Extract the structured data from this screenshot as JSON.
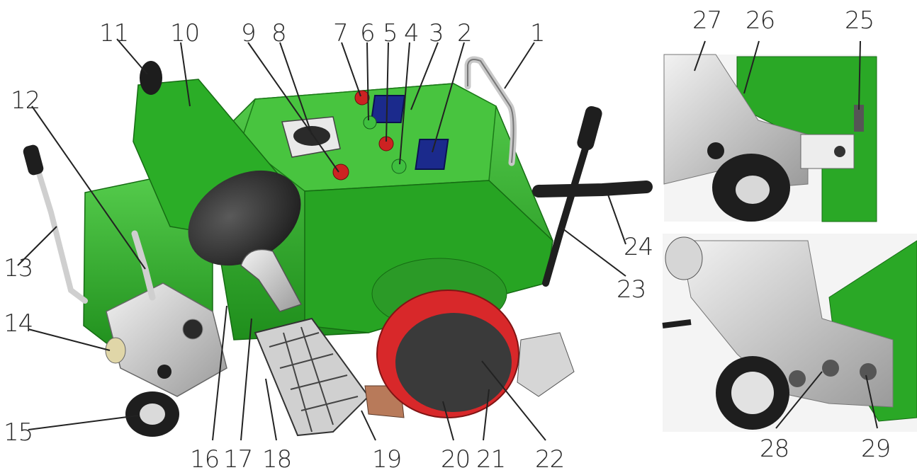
{
  "labels": [
    "1",
    "2",
    "3",
    "4",
    "5",
    "6",
    "7",
    "8",
    "9",
    "10",
    "11",
    "12",
    "13",
    "14",
    "15",
    "16",
    "17",
    "18",
    "19",
    "20",
    "21",
    "22",
    "23",
    "24",
    "25",
    "26",
    "27",
    "28",
    "29"
  ],
  "colors": {
    "body_green": "#2fb52a",
    "body_green_dark": "#1f8a1c",
    "body_green_light": "#5fd056",
    "metal_silver": "#d9d9d9",
    "metal_dark": "#8c8c8c",
    "roller_red": "#d8282a",
    "roller_face": "#3a3a3a",
    "display_blue": "#1b2a8c",
    "knob_red": "#cc2222",
    "knob_green": "#3fbf3f",
    "handle_black": "#1e1e1e",
    "cable_black": "#202020"
  }
}
